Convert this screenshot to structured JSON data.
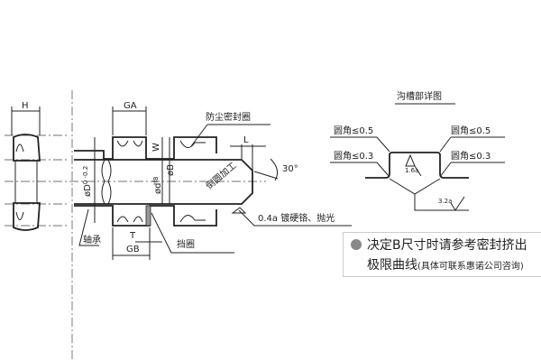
{
  "main_view": {
    "h_label": "H",
    "ga_label": "GA",
    "gb_label": "GB",
    "w_label": "W",
    "t_label": "T",
    "l_label": "L",
    "angle_label": "30°",
    "dust_seal_label": "防尘密封圈",
    "chamfer_label": "倒圆加工",
    "d_outer_label": "øD",
    "d_outer_tol": "0 -0.2",
    "b_label": "øB",
    "d_rod_label": "ød",
    "d_rod_tol": "f8",
    "finish_label": "0.4a 镀硬铬、抛光",
    "bearing_label": "轴承",
    "retainer_label": "挡圈"
  },
  "detail_view": {
    "title": "沟槽部详图",
    "fillet_top_left": "圆角≤0.5",
    "fillet_top_right": "圆角≤0.5",
    "fillet_bottom_left": "圆角≤0.3",
    "fillet_bottom_right": "圆角≤0.3",
    "roughness_inner": "1.6a",
    "roughness_outer": "3.2a"
  },
  "note": {
    "bullet_color": "#888888",
    "line1": "决定B尺寸时请参考密封挤出",
    "line2_main": "极限曲线",
    "line2_small": "(具体可联系惠诺公司咨询)"
  }
}
